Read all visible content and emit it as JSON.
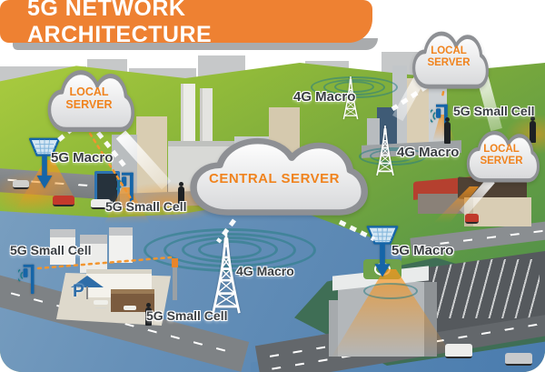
{
  "title": "5G NETWORK ARCHITECTURE",
  "clouds": {
    "local_left": "LOCAL SERVER",
    "local_top_right": "LOCAL SERVER",
    "local_right": "LOCAL SERVER",
    "central": "CENTRAL SERVER"
  },
  "labels": {
    "macro_5g_left": "5G Macro",
    "macro_4g_top": "4G Macro",
    "small_cell_top_right": "5G Small Cell",
    "macro_4g_right": "4G Macro",
    "small_cell_city": "5G Small Cell",
    "small_cell_left": "5G Small Cell",
    "macro_4g_center": "4G Macro",
    "small_cell_cafe": "5G Small Cell",
    "macro_5g_right": "5G Macro"
  },
  "signs": {
    "parking": "P"
  },
  "colors": {
    "banner_orange": "#EE8132",
    "cloud_text_orange": "#F0831E",
    "label_dark": "#3A3E42",
    "tower_blue": "#1565A8",
    "signal_ring_teal": "#2E8C8E",
    "beam_orange": "#F4941F",
    "water_blue": "#5D87B2",
    "grass_green": "#8FB83C"
  }
}
